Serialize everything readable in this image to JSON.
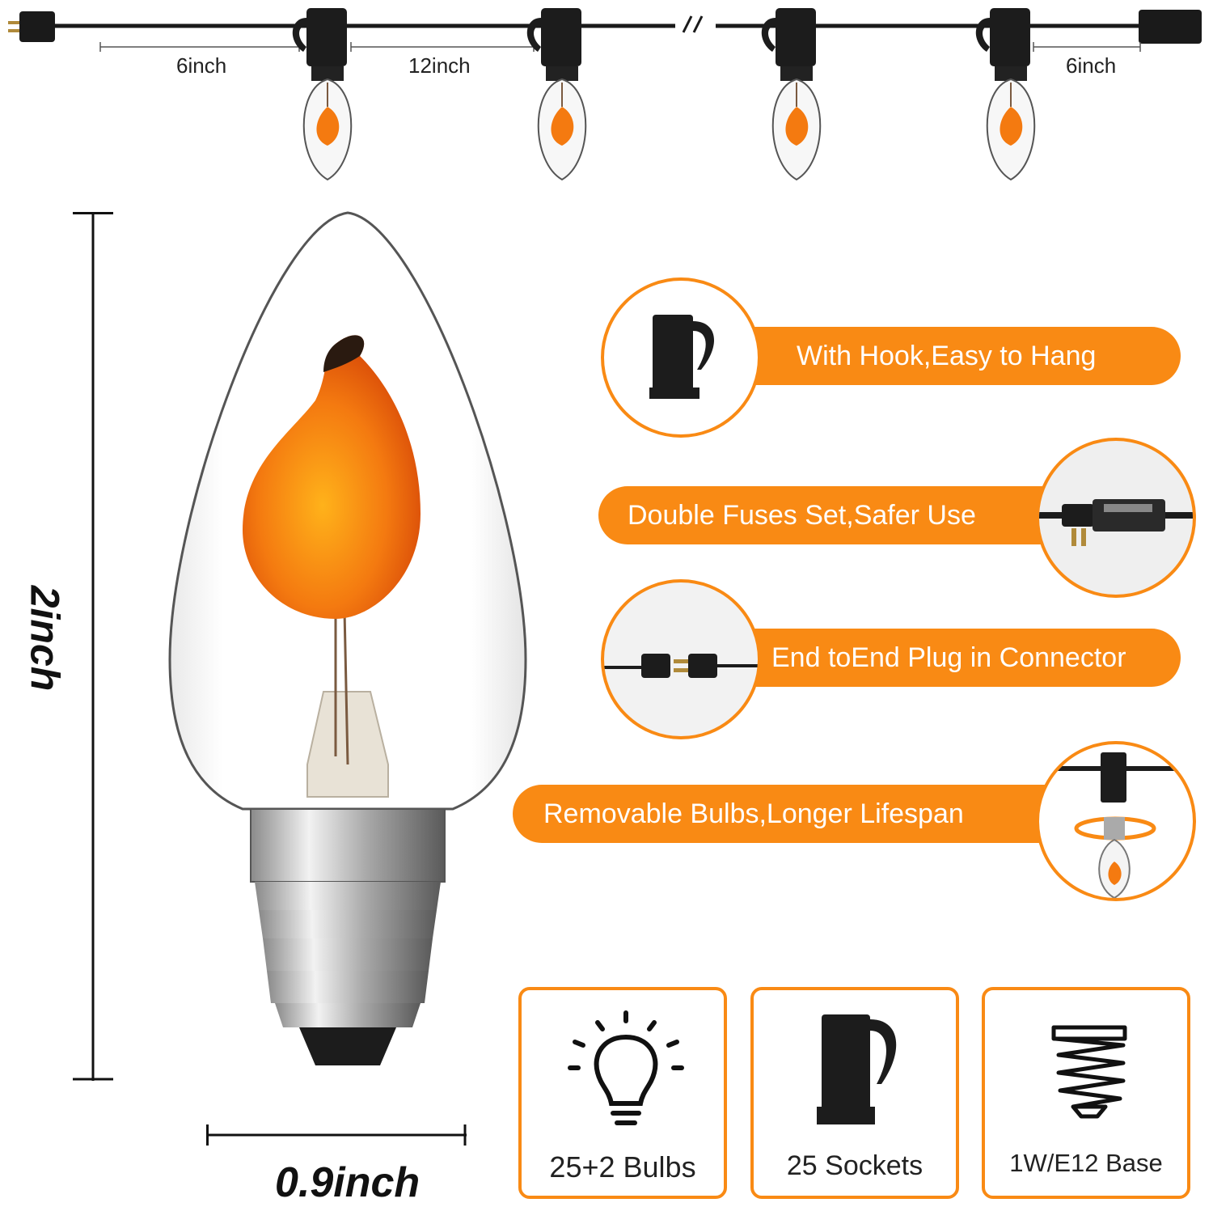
{
  "string_lights": {
    "spacing_labels": [
      "6inch",
      "12inch",
      "6inch"
    ],
    "break_mark": "\\\\"
  },
  "bulb_dimensions": {
    "height": "2inch",
    "width": "0.9inch"
  },
  "features": [
    {
      "label": "With Hook,Easy to Hang",
      "icon": "socket-hook-icon"
    },
    {
      "label": "Double Fuses Set,Safer Use",
      "icon": "fused-plug-icon"
    },
    {
      "label": "End toEnd Plug in Connector",
      "icon": "end-to-end-plug-icon"
    },
    {
      "label": "Removable Bulbs,Longer Lifespan",
      "icon": "removable-bulb-icon"
    }
  ],
  "specs": [
    {
      "label": "25+2 Bulbs",
      "icon": "lightbulb-icon"
    },
    {
      "label": "25 Sockets",
      "icon": "socket-icon"
    },
    {
      "label": "1W/E12 Base",
      "icon": "e12-base-icon"
    }
  ],
  "colors": {
    "accent": "#f98a14",
    "cord": "#1a1a1a"
  }
}
